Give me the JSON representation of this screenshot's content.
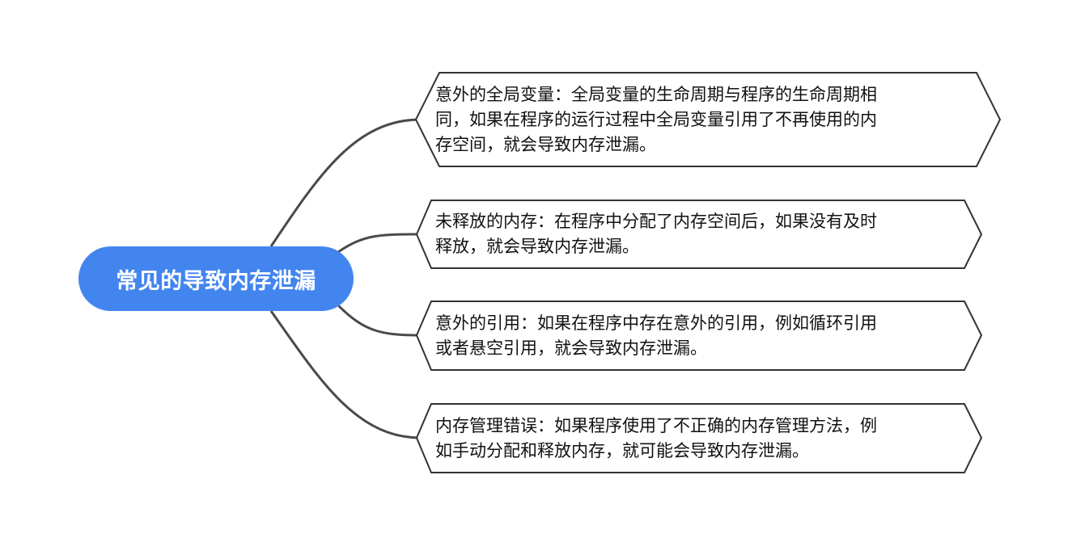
{
  "mindmap": {
    "root": "常见的导致内存泄漏",
    "colors": {
      "root_fill": "#4385ef",
      "line": "#4a4a4a",
      "node_border": "#333333"
    },
    "branches": [
      {
        "lines": [
          "意外的全局变量：全局变量的生命周期与程序的生命周期相",
          "同，如果在程序的运行过程中全局变量引用了不再使用的内",
          "存空间，就会导致内存泄漏。"
        ]
      },
      {
        "lines": [
          "未释放的内存：在程序中分配了内存空间后，如果没有及时",
          "释放，就会导致内存泄漏。"
        ]
      },
      {
        "lines": [
          "意外的引用：如果在程序中存在意外的引用，例如循环引用",
          "或者悬空引用，就会导致内存泄漏。"
        ]
      },
      {
        "lines": [
          "内存管理错误：如果程序使用了不正确的内存管理方法，例",
          "如手动分配和释放内存，就可能会导致内存泄漏。"
        ]
      }
    ]
  }
}
